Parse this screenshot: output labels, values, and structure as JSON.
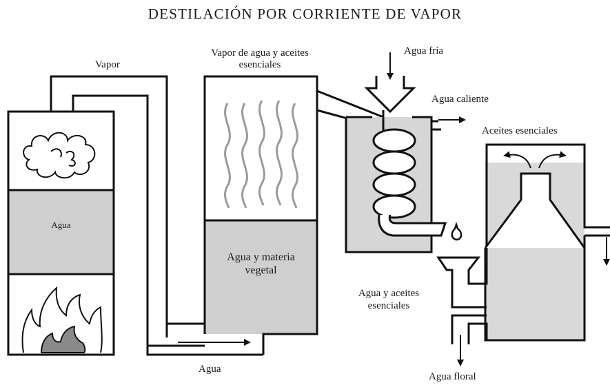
{
  "title": "DESTILACIÓN POR CORRIENTE DE VAPOR",
  "labels": {
    "vapor": "Vapor",
    "vapor_agua_aceites_1": "Vapor de agua y aceites",
    "vapor_agua_aceites_2": "esenciales",
    "agua_fria": "Agua fría",
    "agua_caliente": "Agua caliente",
    "aceites_esenciales": "Aceites esenciales",
    "agua_boiler": "Agua",
    "agua_materia_1": "Agua y materia",
    "agua_materia_2": "vegetal",
    "agua_aceites_1": "Agua y aceites",
    "agua_aceites_2": "esenciales",
    "agua_bottom": "Agua",
    "agua_floral": "Agua floral"
  },
  "colors": {
    "line": "#111111",
    "water_fill": "#cfcfcf",
    "separator_fill": "#d9d9d9",
    "flame_core": "#8a8a8a",
    "steam_wave": "#9a9a9a",
    "background": "#ffffff"
  }
}
